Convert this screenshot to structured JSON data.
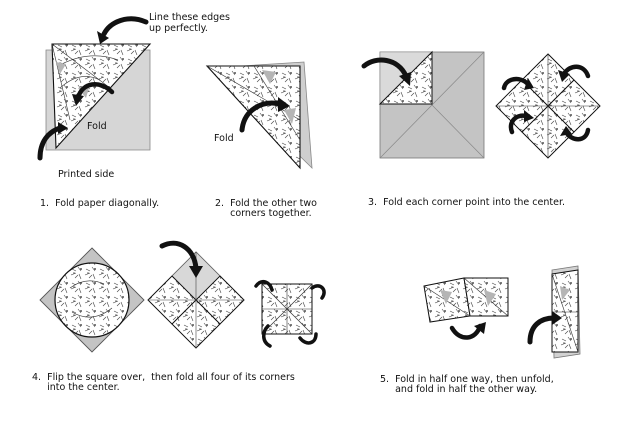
{
  "annotations": {
    "line_edges": "Line these edges\nup perfectly.",
    "fold_1": "Fold",
    "printed_side": "Printed side",
    "fold_2": "Fold"
  },
  "steps": [
    {
      "caption": "1.  Fold paper diagonally."
    },
    {
      "caption": "2.  Fold the other two\n     corners together."
    },
    {
      "caption": "3.  Fold each corner point into the center."
    },
    {
      "caption": "4.  Flip the square over,  then fold all four of its corners\n     into the center."
    },
    {
      "caption": "5.  Fold in half one way, then unfold,\n     and fold in half the other way."
    }
  ],
  "colors": {
    "ink": "#111111",
    "shade": "#b5b5b5",
    "paper": "#ffffff"
  }
}
